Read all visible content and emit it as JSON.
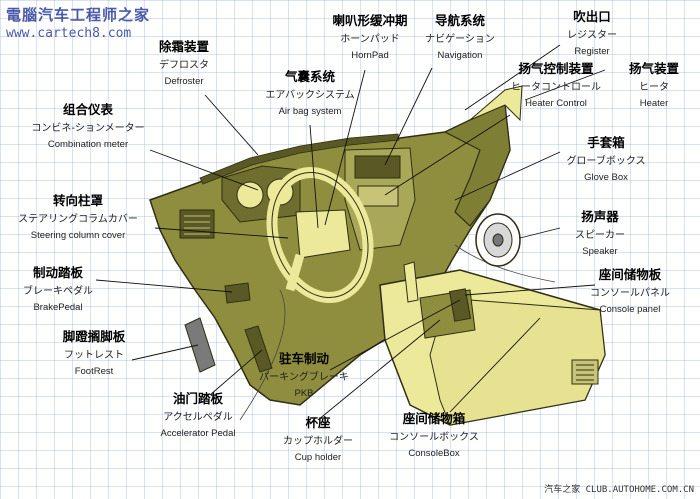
{
  "watermark": {
    "site_cn": "電腦汽车工程师之家",
    "site_url": "www.cartech8.com",
    "footer": "汽车之家 CLUB.AUTOHOME.COM.CN"
  },
  "parts": {
    "defroster": {
      "zh": "除霜装置",
      "ja": "デフロスタ",
      "en": "Defroster"
    },
    "horn_pad": {
      "zh": "喇叭形缓冲期",
      "ja": "ホーンパッド",
      "en": "HornPad"
    },
    "navigation": {
      "zh": "导航系统",
      "ja": "ナビゲーション",
      "en": "Navigation"
    },
    "register": {
      "zh": "吹出口",
      "ja": "レジスター",
      "en": "Register"
    },
    "heater_control": {
      "zh": "扬气控制装置",
      "ja": "ヒータコントロール",
      "en": "Heater Control"
    },
    "heater": {
      "zh": "扬气装置",
      "ja": "ヒータ",
      "en": "Heater"
    },
    "airbag": {
      "zh": "气囊系统",
      "ja": "エアバックシステム",
      "en": "Air bag system"
    },
    "combination_meter": {
      "zh": "组合仪表",
      "ja": "コンビネ-ションメーター",
      "en": "Combination meter"
    },
    "glove_box": {
      "zh": "手套箱",
      "ja": "グローブボックス",
      "en": "Glove Box"
    },
    "steering_cover": {
      "zh": "转向柱罩",
      "ja": "ステアリングコラムカバー",
      "en": "Steering column cover"
    },
    "speaker": {
      "zh": "扬声器",
      "ja": "スピーカー",
      "en": "Speaker"
    },
    "brake_pedal": {
      "zh": "制动踏板",
      "ja": "ブレーキペダル",
      "en": "BrakePedal"
    },
    "console_panel": {
      "zh": "座间储物板",
      "ja": "コンソールパネル",
      "en": "Console panel"
    },
    "foot_rest": {
      "zh": "脚蹬搁脚板",
      "ja": "フットレスト",
      "en": "FootRest"
    },
    "parking_brake": {
      "zh": "驻车制动",
      "ja": "パーキングブレーキ",
      "en": "PKB"
    },
    "accel_pedal": {
      "zh": "油门踏板",
      "ja": "アクセルペダル",
      "en": "Accelerator Pedal"
    },
    "cup_holder": {
      "zh": "杯座",
      "ja": "カップホルダー",
      "en": "Cup holder"
    },
    "console_box": {
      "zh": "座间储物箱",
      "ja": "コンソールボックス",
      "en": "ConsoleBox"
    }
  },
  "colors": {
    "dash": "#8f8e3e",
    "dash_light": "#ece99a",
    "dash_dark": "#5a5926",
    "grid": "#b8c6de",
    "watermark": "#4a5aa8"
  }
}
